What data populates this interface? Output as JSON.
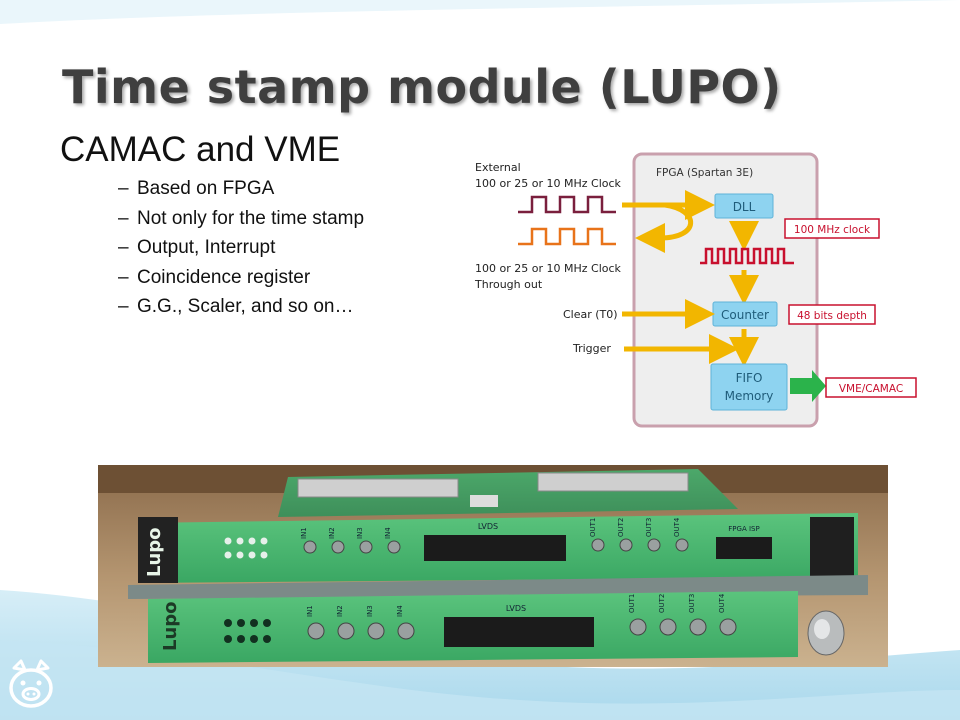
{
  "slide": {
    "title": "Time stamp module (LUPO)",
    "subtitle": "CAMAC and VME",
    "bullets": [
      {
        "dash": "–",
        "text": "Based on FPGA"
      },
      {
        "dash": "–",
        "text": "Not only for the time stamp"
      },
      {
        "dash": "–",
        "text": "Output, Interrupt"
      },
      {
        "dash": "–",
        "text": "Coincidence register"
      },
      {
        "dash": "–",
        "text": "G.G., Scaler, and so on…"
      }
    ]
  },
  "diagram": {
    "external_line1": "External",
    "external_line2": "100 or 25 or 10 MHz Clock",
    "through_line1": "100 or 25 or 10 MHz Clock",
    "through_line2": "Through out",
    "fpga_label": "FPGA (Spartan 3E)",
    "dll_label": "DLL",
    "clock_label": "100 MHz clock",
    "counter_label": "Counter",
    "depth_label": "48 bits depth",
    "clear_label": "Clear (T0)",
    "trigger_label": "Trigger",
    "fifo_line1": "FIFO",
    "fifo_line2": "Memory",
    "output_label": "VME/CAMAC",
    "colors": {
      "box": "#8ed3f0",
      "box_text": "#1f5c7a",
      "arrow": "#f2b600",
      "red": "#c8102e",
      "green": "#2bb34b",
      "purple": "#7a1f3d",
      "orange": "#e8731a"
    }
  },
  "photo": {
    "module_brand": "Lupo",
    "top_inputs": [
      "IN1",
      "IN2",
      "IN3",
      "IN4"
    ],
    "top_outputs": [
      "OUT1",
      "OUT2",
      "OUT3",
      "OUT4"
    ],
    "bottom_inputs": [
      "IN1",
      "IN2",
      "IN3",
      "IN4"
    ],
    "bottom_outputs": [
      "OUT1",
      "OUT2",
      "OUT3",
      "OUT4"
    ],
    "lvds_label": "LVDS",
    "fpga_isp_label": "FPGA ISP"
  }
}
